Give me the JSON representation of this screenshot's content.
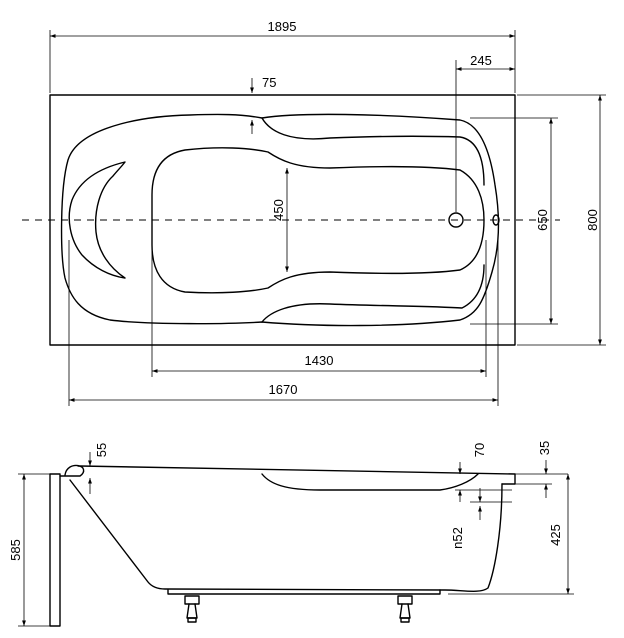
{
  "top_view": {
    "overall_length": "1895",
    "overall_width": "800",
    "inner_width": "650",
    "drain_offset": "245",
    "rim_width": "75",
    "bottom_width": "450",
    "bottom_length": "1430",
    "inner_length": "1670"
  },
  "side_view": {
    "rim_thickness_head": "55",
    "rim_step": "70",
    "rim_thickness_foot": "35",
    "overflow_diameter": "n52",
    "depth": "425",
    "total_height": "585"
  }
}
